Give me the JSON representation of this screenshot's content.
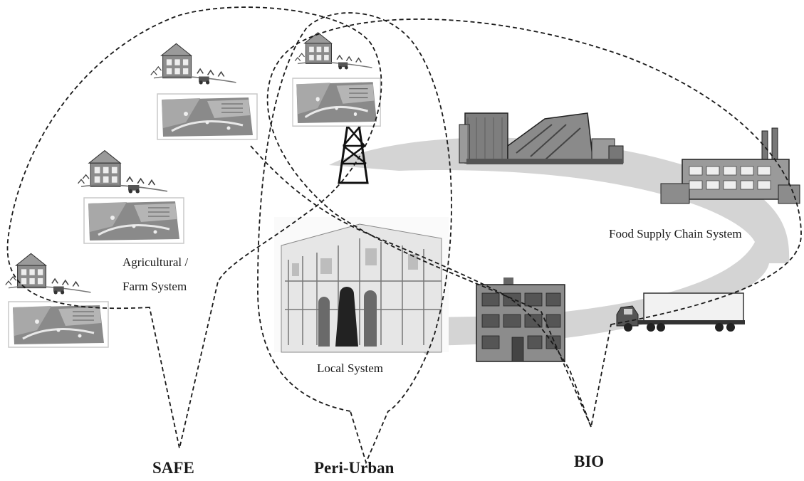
{
  "labels": {
    "agricultural_line1": "Agricultural /",
    "agricultural_line2": "Farm System",
    "local_system": "Local System",
    "food_supply_chain": "Food Supply Chain System",
    "safe": "SAFE",
    "peri_urban": "Peri-Urban",
    "bio": "BIO"
  },
  "icons": [
    "farm-icon",
    "farm-field-icon",
    "oil-derrick-icon",
    "processing-plant-icon",
    "factory-icon",
    "truck-icon",
    "store-building-icon",
    "town-street-icon",
    "flow-arrow-icon"
  ],
  "colors": {
    "line": "#1a1a1a",
    "arrow": "#d4d4d4",
    "building": "#7a7a7a"
  }
}
